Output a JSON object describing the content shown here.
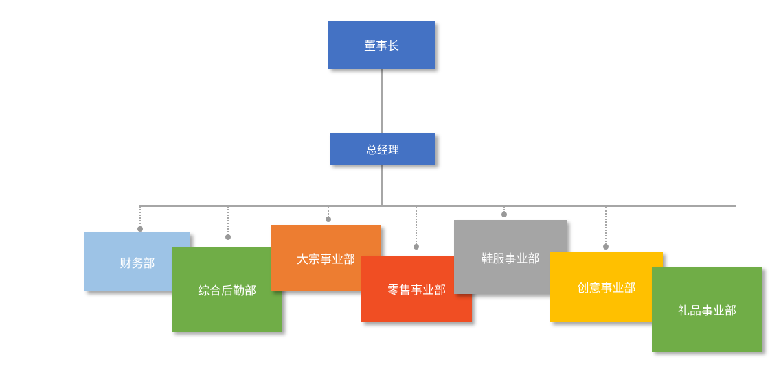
{
  "chairman": {
    "label": "董事长",
    "color": "#4472C4"
  },
  "general_manager": {
    "label": "总经理",
    "color": "#4472C4"
  },
  "departments": [
    {
      "label": "财务部",
      "color": "#9DC3E6"
    },
    {
      "label": "综合后勤部",
      "color": "#70AD47"
    },
    {
      "label": "大宗事业部",
      "color": "#ED7D31"
    },
    {
      "label": "零售事业部",
      "color": "#F04E23"
    },
    {
      "label": "鞋服事业部",
      "color": "#A5A5A5"
    },
    {
      "label": "创意事业部",
      "color": "#FFC000"
    },
    {
      "label": "礼品事业部",
      "color": "#70AD47"
    }
  ]
}
